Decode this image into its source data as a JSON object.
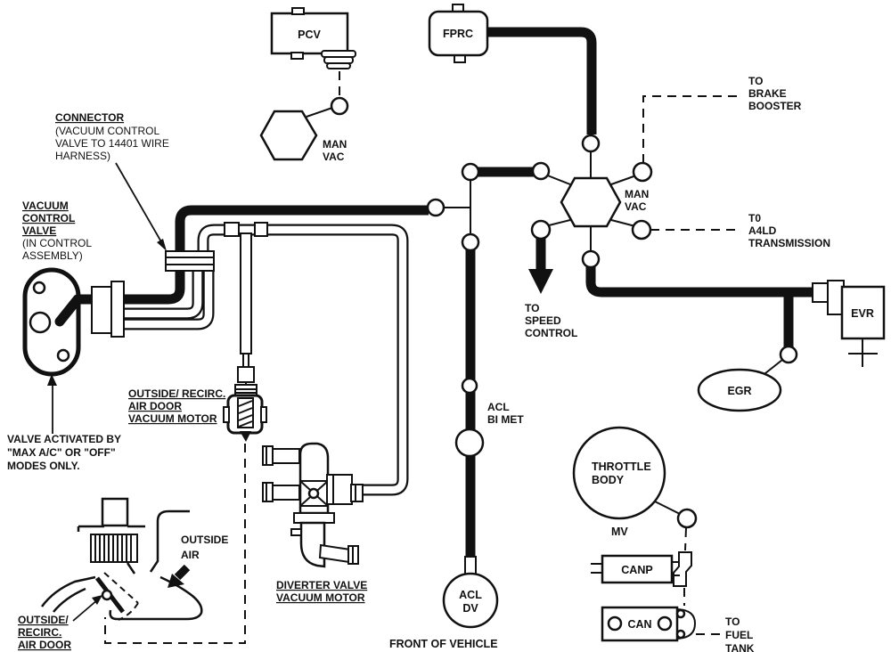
{
  "diagram_title": "Vacuum hose routing diagram",
  "colors": {
    "ink": "#111111",
    "paper": "#ffffff"
  },
  "labels": {
    "pcv": "PCV",
    "fprc": "FPRC",
    "man_vac_top_1": "MAN",
    "man_vac_top_2": "VAC",
    "man_vac_right_1": "MAN",
    "man_vac_right_2": "VAC",
    "connector_1": "CONNECTOR",
    "connector_2": "(VACUUM CONTROL",
    "connector_3": "VALVE TO 14401 WIRE",
    "connector_4": "HARNESS)",
    "vcv_1": "VACUUM",
    "vcv_2": "CONTROL",
    "vcv_3": "VALVE",
    "vcv_4": "(IN CONTROL",
    "vcv_5": "ASSEMBLY)",
    "brake_1": "TO",
    "brake_2": "BRAKE",
    "brake_3": "BOOSTER",
    "a4ld_1": "T0",
    "a4ld_2": "A4LD",
    "a4ld_3": "TRANSMISSION",
    "speed_1": "TO",
    "speed_2": "SPEED",
    "speed_3": "CONTROL",
    "evr": "EVR",
    "egr": "EGR",
    "acl_bimet_1": "ACL",
    "acl_bimet_2": "BI MET",
    "orm_1": "OUTSIDE/ RECIRC.",
    "orm_2": "AIR DOOR",
    "orm_3": "VACUUM MOTOR",
    "valve_act_1": "VALVE ACTIVATED BY",
    "valve_act_2": "\"MAX A/C\" OR \"OFF\"",
    "valve_act_3": "MODES ONLY.",
    "throttle_1": "THROTTLE",
    "throttle_2": "BODY",
    "mv": "MV",
    "canp": "CANP",
    "can": "CAN",
    "fuel_1": "TO",
    "fuel_2": "FUEL",
    "fuel_3": "TANK",
    "outside_air_1": "OUTSIDE",
    "outside_air_2": "AIR",
    "ord_1": "OUTSIDE/",
    "ord_2": "RECIRC.",
    "ord_3": "AIR DOOR",
    "diverter_1": "DIVERTER VALVE",
    "diverter_2": "VACUUM MOTOR",
    "acl_dv_1": "ACL",
    "acl_dv_2": "DV",
    "front_of_vehicle": "FRONT OF VEHICLE"
  }
}
